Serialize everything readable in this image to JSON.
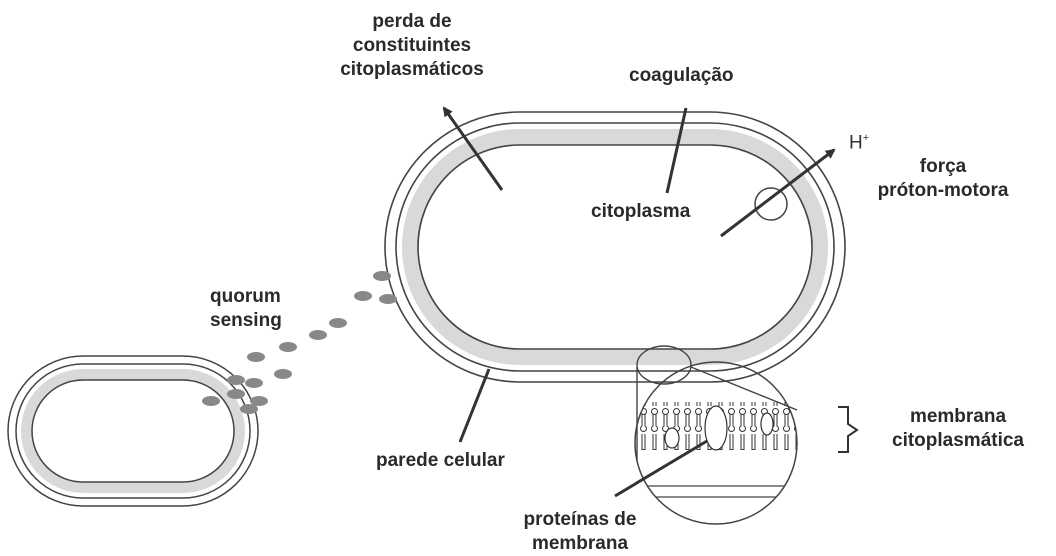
{
  "labels": {
    "loss": [
      "perda de",
      "constituintes",
      "citoplasmáticos"
    ],
    "coagulation": "coagulação",
    "cytoplasm": "citoplasma",
    "pmf": [
      "força",
      "próton-motora"
    ],
    "proton": {
      "symbol": "H",
      "charge": "+"
    },
    "quorum": [
      "quorum",
      "sensing"
    ],
    "cell_wall": "parede celular",
    "membrane": [
      "membrana",
      "citoplasmática"
    ],
    "proteins": [
      "proteínas de",
      "membrana"
    ]
  },
  "colors": {
    "line": "#333333",
    "membrane_fill": "#d9d9d9",
    "signal_dots": "#888888"
  }
}
